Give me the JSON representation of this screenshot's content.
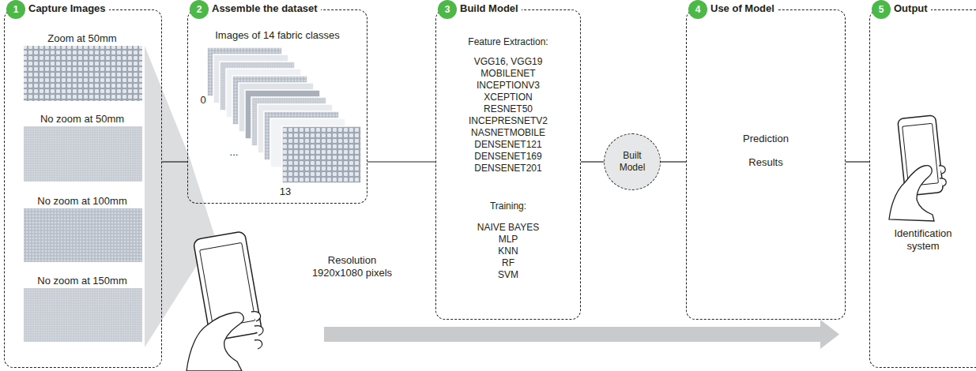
{
  "diagram": {
    "nodes": [
      {
        "text": [
          "Capture Images",
          "Zoom at 50mm",
          "No zoom at 50mm",
          "No zoom at 100mm",
          "No zoom at 150mm"
        ]
      },
      {
        "text": [
          "1"
        ],
        "in": 0
      },
      {
        "text": [
          "Assemble the dataset",
          "Images of 14 fabric classes",
          "0",
          "...",
          "13"
        ]
      },
      {
        "text": [
          "2"
        ],
        "in": 2
      },
      {
        "text": [
          "Build Model",
          "Feature Extraction:",
          "VGG16, VGG19",
          "MOBILENET",
          "INCEPTIONV3",
          "XCEPTION",
          "RESNET50",
          "INCEPRESNETV2",
          "NASNETMOBILE",
          "DENSENET121",
          "DENSENET169",
          "DENSENET201",
          "Training:",
          "NAIVE BAYES",
          "MLP",
          "KNN",
          "RF",
          "SVM"
        ]
      },
      {
        "text": [
          "3"
        ],
        "in": 4
      },
      {
        "text": [
          "Built Model"
        ]
      },
      {
        "text": [
          "Use of Model",
          "Prediction",
          "Results"
        ]
      },
      {
        "text": [
          "4"
        ],
        "in": 7
      },
      {
        "text": [
          "Output",
          "Identification system"
        ]
      },
      {
        "text": [
          "5"
        ],
        "in": 9
      }
    ],
    "edges": [
      {
        "from": 0,
        "to": 2,
        "arrow": "none"
      },
      {
        "from": 2,
        "to": 4,
        "arrow": "none"
      },
      {
        "from": 4,
        "to": 6,
        "arrow": "none"
      },
      {
        "from": 6,
        "to": 7,
        "arrow": "none"
      },
      {
        "from": 7,
        "to": 9,
        "arrow": "none"
      }
    ],
    "labels": [
      "Resolution 1920x1080 pixels"
    ]
  }
}
